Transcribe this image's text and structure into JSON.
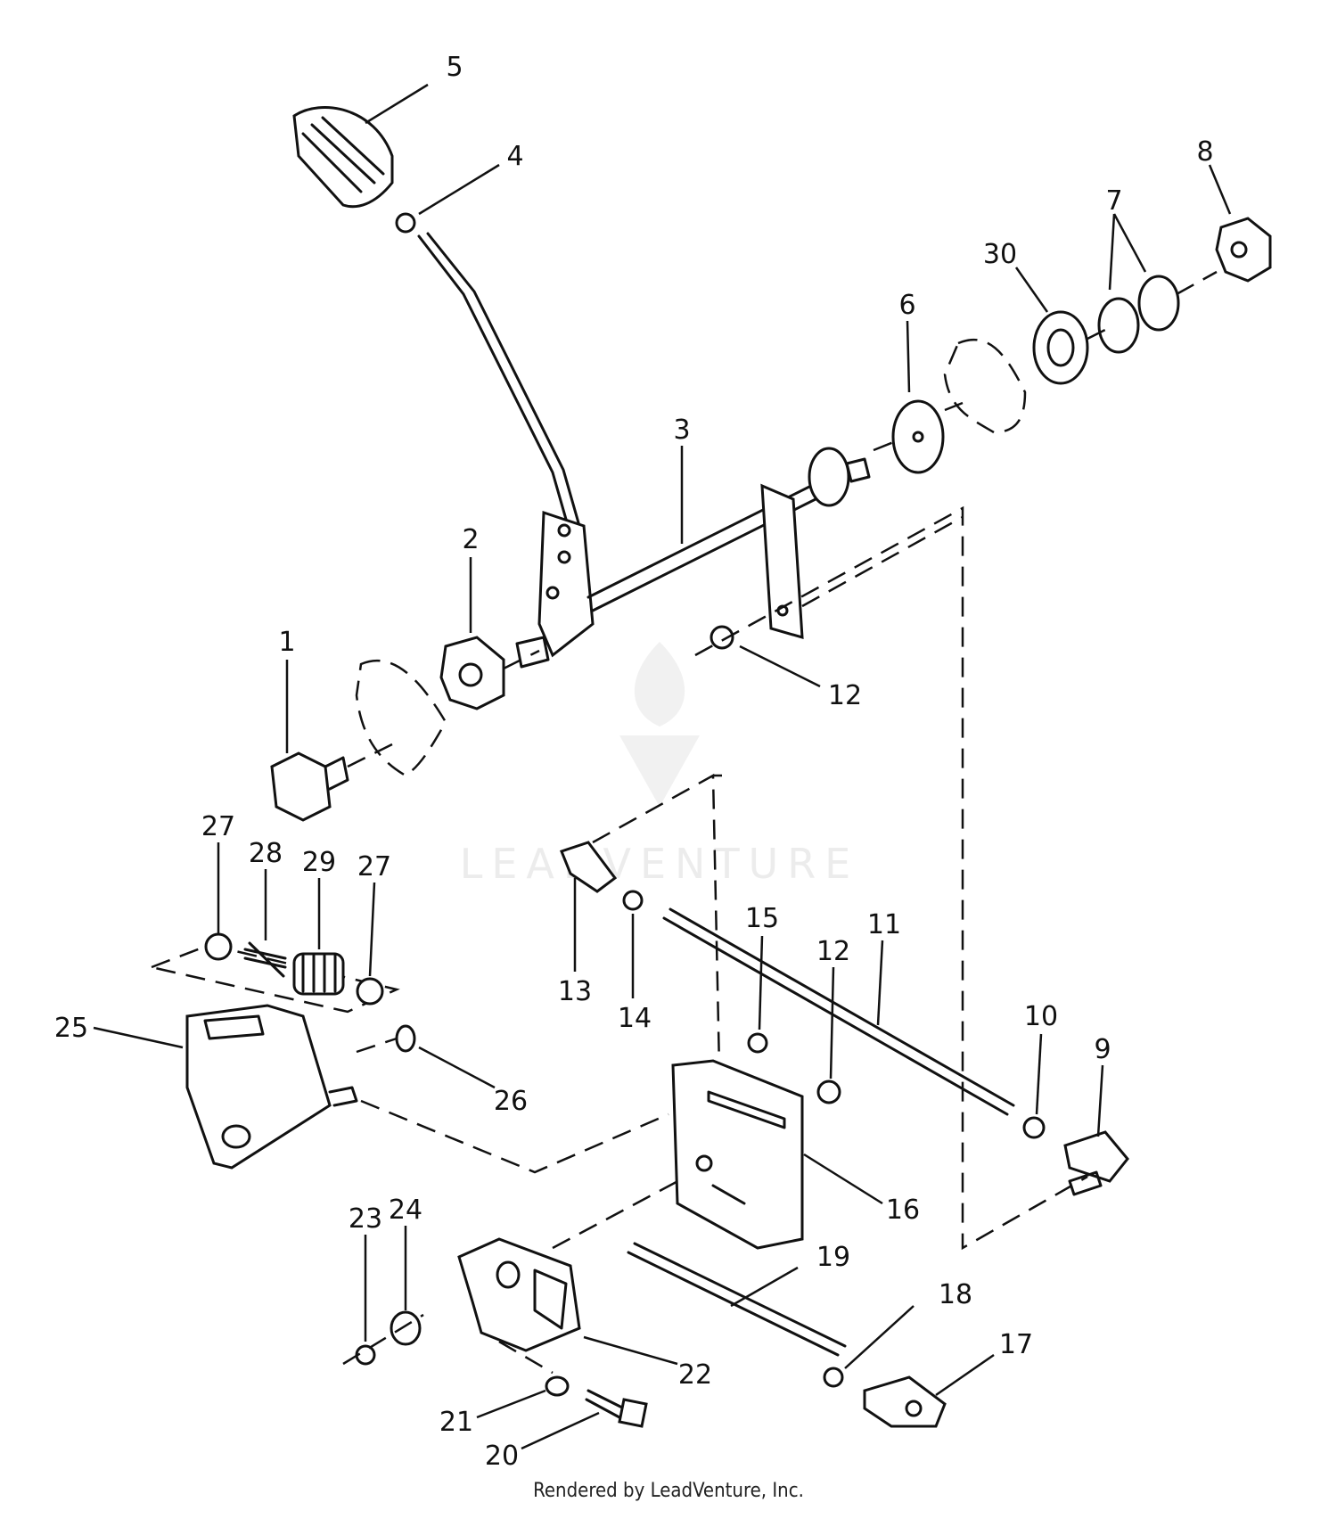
{
  "watermark": {
    "text": "LEADVENTURE"
  },
  "footer": {
    "text": "Rendered by LeadVenture, Inc."
  },
  "callouts": [
    {
      "id": "c5a",
      "label": "5"
    },
    {
      "id": "c4",
      "label": "4"
    },
    {
      "id": "c8",
      "label": "8"
    },
    {
      "id": "c7",
      "label": "7"
    },
    {
      "id": "c30",
      "label": "30"
    },
    {
      "id": "c6",
      "label": "6"
    },
    {
      "id": "c3",
      "label": "3"
    },
    {
      "id": "c2",
      "label": "2"
    },
    {
      "id": "c1",
      "label": "1"
    },
    {
      "id": "c12a",
      "label": "12"
    },
    {
      "id": "c27a",
      "label": "27"
    },
    {
      "id": "c28",
      "label": "28"
    },
    {
      "id": "c29",
      "label": "29"
    },
    {
      "id": "c27b",
      "label": "27"
    },
    {
      "id": "c25",
      "label": "25"
    },
    {
      "id": "c26",
      "label": "26"
    },
    {
      "id": "c13",
      "label": "13"
    },
    {
      "id": "c14",
      "label": "14"
    },
    {
      "id": "c15",
      "label": "15"
    },
    {
      "id": "c12b",
      "label": "12"
    },
    {
      "id": "c11",
      "label": "11"
    },
    {
      "id": "c10",
      "label": "10"
    },
    {
      "id": "c9",
      "label": "9"
    },
    {
      "id": "c16",
      "label": "16"
    },
    {
      "id": "c19",
      "label": "19"
    },
    {
      "id": "c18",
      "label": "18"
    },
    {
      "id": "c17",
      "label": "17"
    },
    {
      "id": "c23",
      "label": "23"
    },
    {
      "id": "c24",
      "label": "24"
    },
    {
      "id": "c22",
      "label": "22"
    },
    {
      "id": "c21",
      "label": "21"
    },
    {
      "id": "c20",
      "label": "20"
    }
  ]
}
